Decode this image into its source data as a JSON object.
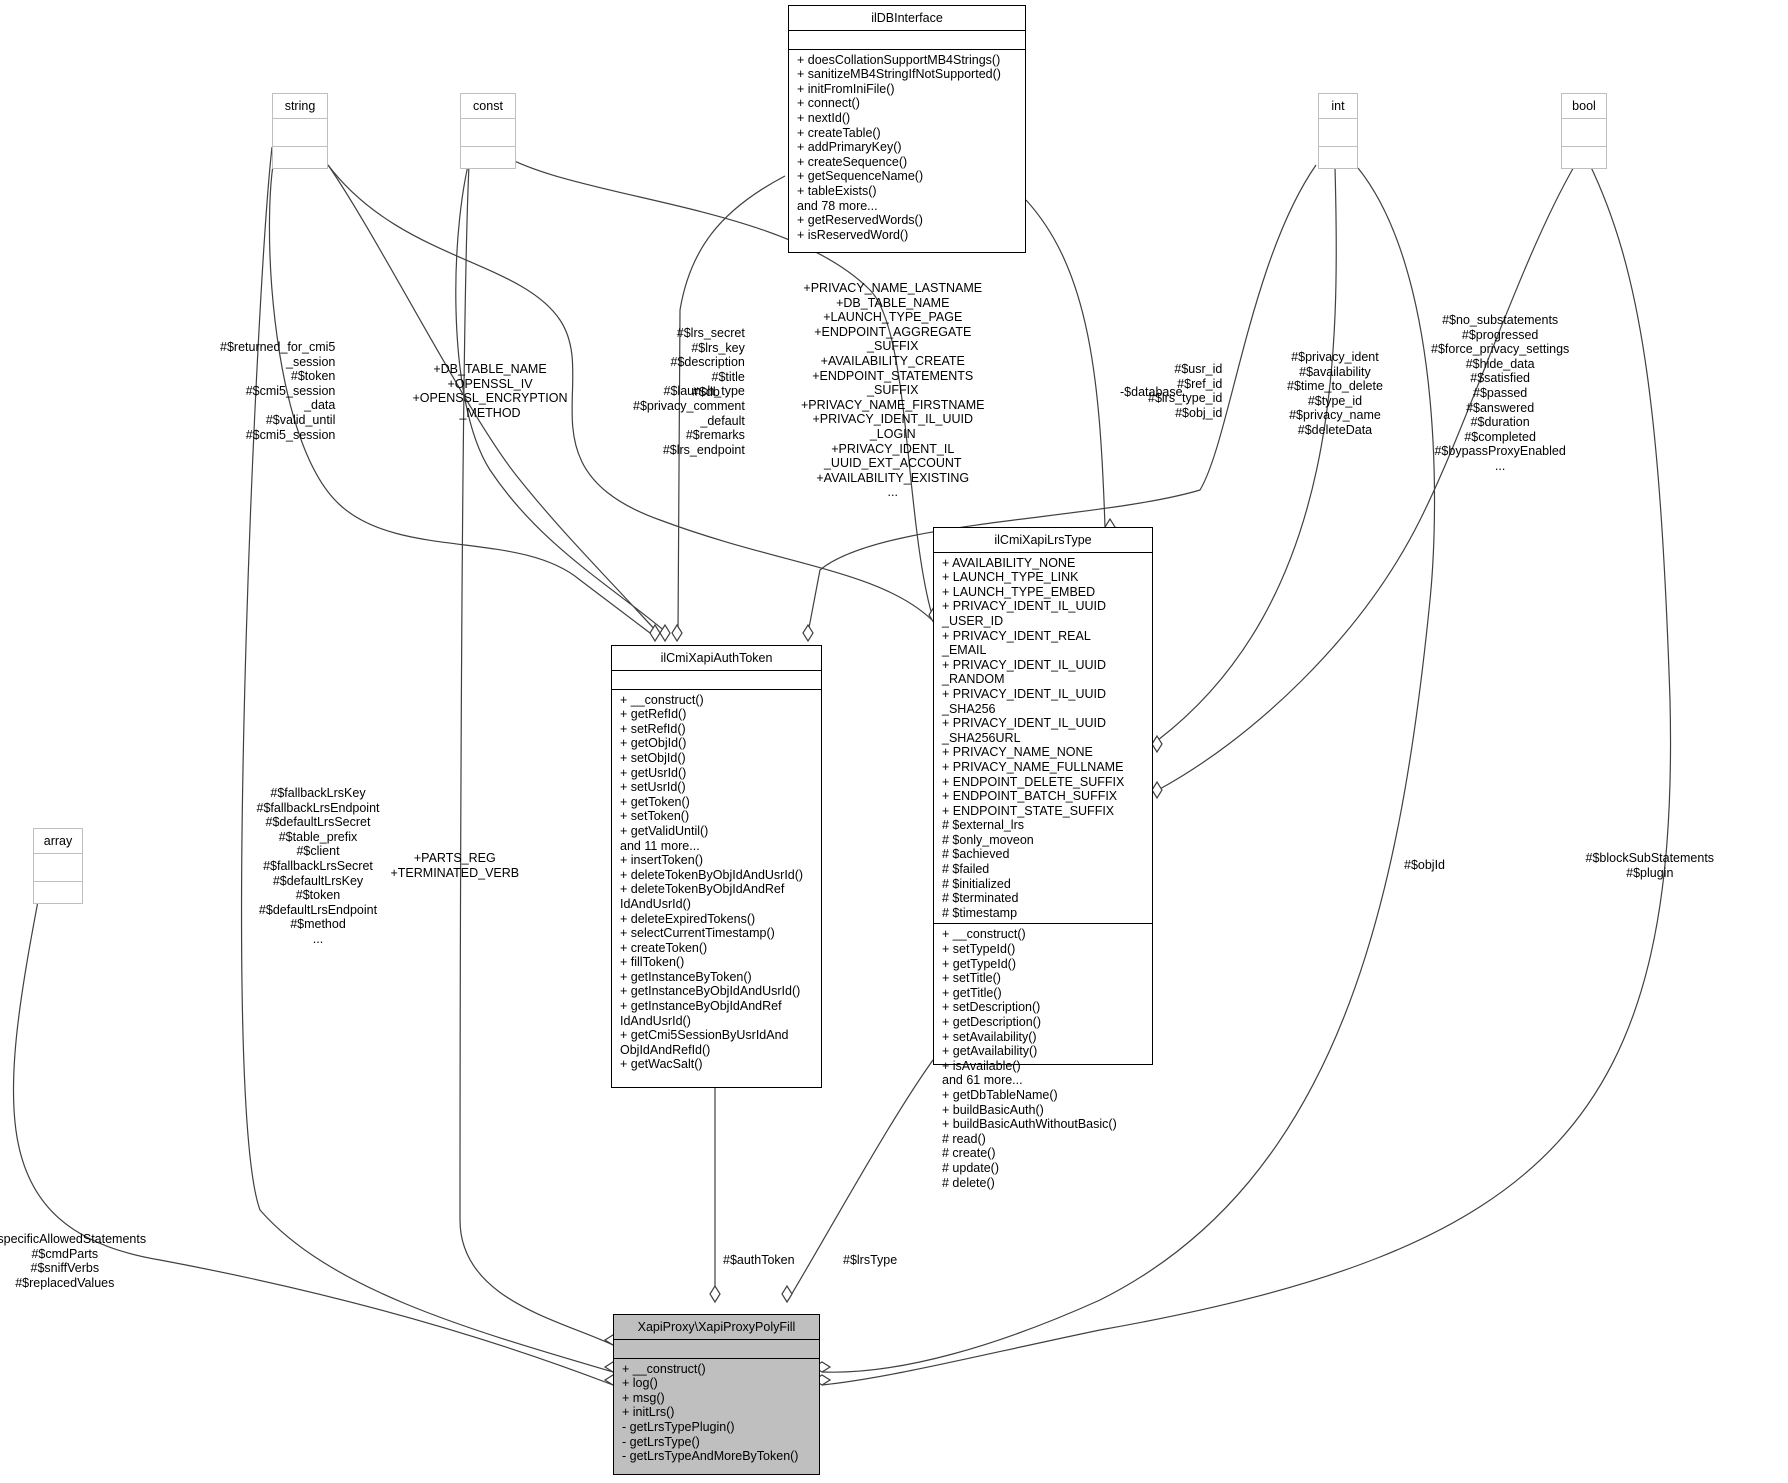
{
  "classes": {
    "dbinterface": {
      "name": "ilDBInterface",
      "attributes": [],
      "methods": [
        "+ doesCollationSupportMB4Strings()",
        "+ sanitizeMB4StringIfNotSupported()",
        "+ initFromIniFile()",
        "+ connect()",
        "+ nextId()",
        "+ createTable()",
        "+ addPrimaryKey()",
        "+ createSequence()",
        "+ getSequenceName()",
        "+ tableExists()",
        "and 78 more...",
        "+ getReservedWords()",
        "+ isReservedWord()"
      ]
    },
    "string": {
      "name": "string"
    },
    "const": {
      "name": "const"
    },
    "int": {
      "name": "int"
    },
    "bool": {
      "name": "bool"
    },
    "array": {
      "name": "array"
    },
    "authtoken": {
      "name": "ilCmiXapiAuthToken",
      "attributes": [],
      "methods": [
        "+ __construct()",
        "+ getRefId()",
        "+ setRefId()",
        "+ getObjId()",
        "+ setObjId()",
        "+ getUsrId()",
        "+ setUsrId()",
        "+ getToken()",
        "+ setToken()",
        "+ getValidUntil()",
        "and 11 more...",
        "+ insertToken()",
        "+ deleteTokenByObjIdAndUsrId()",
        "+ deleteTokenByObjIdAndRef",
        "IdAndUsrId()",
        "+ deleteExpiredTokens()",
        "+ selectCurrentTimestamp()",
        "+ createToken()",
        "+ fillToken()",
        "+ getInstanceByToken()",
        "+ getInstanceByObjIdAndUsrId()",
        "+ getInstanceByObjIdAndRef",
        "IdAndUsrId()",
        "+ getCmi5SessionByUsrIdAnd",
        "ObjIdAndRefId()",
        "+ getWacSalt()"
      ]
    },
    "lrstype": {
      "name": "ilCmiXapiLrsType",
      "attributes": [
        "+ AVAILABILITY_NONE",
        "+ LAUNCH_TYPE_LINK",
        "+ LAUNCH_TYPE_EMBED",
        "+ PRIVACY_IDENT_IL_UUID",
        "_USER_ID",
        "+ PRIVACY_IDENT_REAL",
        "_EMAIL",
        "+ PRIVACY_IDENT_IL_UUID",
        "_RANDOM",
        "+ PRIVACY_IDENT_IL_UUID",
        "_SHA256",
        "+ PRIVACY_IDENT_IL_UUID",
        "_SHA256URL",
        "+ PRIVACY_NAME_NONE",
        "+ PRIVACY_NAME_FULLNAME",
        "+ ENDPOINT_DELETE_SUFFIX",
        "+ ENDPOINT_BATCH_SUFFIX",
        "+ ENDPOINT_STATE_SUFFIX",
        "# $external_lrs",
        "# $only_moveon",
        "# $achieved",
        "# $failed",
        "# $initialized",
        "# $terminated",
        "# $timestamp"
      ],
      "methods": [
        "+ __construct()",
        "+ setTypeId()",
        "+ getTypeId()",
        "+ setTitle()",
        "+ getTitle()",
        "+ setDescription()",
        "+ getDescription()",
        "+ setAvailability()",
        "+ getAvailability()",
        "+ isAvailable()",
        "and 61 more...",
        "+ getDbTableName()",
        "+ buildBasicAuth()",
        "+ buildBasicAuthWithoutBasic()",
        "# read()",
        "# create()",
        "# update()",
        "# delete()"
      ]
    },
    "polyfill": {
      "name": "XapiProxy\\XapiProxyPolyFill",
      "attributes": [],
      "methods": [
        "+ __construct()",
        "+ log()",
        "+ msg()",
        "+ initLrs()",
        "- getLrsTypePlugin()",
        "- getLrsType()",
        "- getLrsTypeAndMoreByToken()"
      ]
    }
  },
  "edge_labels": {
    "string_auth": [
      "#$returned_for_cmi5",
      "_session",
      "#$token",
      "#$cmi5_session",
      "_data",
      "#$valid_until",
      "#$cmi5_session"
    ],
    "const_auth": [
      "+DB_TABLE_NAME",
      "+OPENSSL_IV",
      "+OPENSSL_ENCRYPTION",
      "_METHOD"
    ],
    "db_auth": [
      "#$db"
    ],
    "string_lrs": [
      "#$lrs_secret",
      "#$lrs_key",
      "#$description",
      "#$title",
      "#$launch_type",
      "#$privacy_comment",
      "_default",
      "#$remarks",
      "#$lrs_endpoint"
    ],
    "const_lrs": [
      "+PRIVACY_NAME_LASTNAME",
      "+DB_TABLE_NAME",
      "+LAUNCH_TYPE_PAGE",
      "+ENDPOINT_AGGREGATE",
      "_SUFFIX",
      "+AVAILABILITY_CREATE",
      "+ENDPOINT_STATEMENTS",
      "_SUFFIX",
      "+PRIVACY_NAME_FIRSTNAME",
      "+PRIVACY_IDENT_IL_UUID",
      "_LOGIN",
      "+PRIVACY_IDENT_IL",
      "_UUID_EXT_ACCOUNT",
      "+AVAILABILITY_EXISTING",
      "..."
    ],
    "database": [
      "-$database"
    ],
    "int_auth": [
      "#$usr_id",
      "#$ref_id",
      "#$lrs_type_id",
      "#$obj_id"
    ],
    "int_lrs": [
      "#$privacy_ident",
      "#$availability",
      "#$time_to_delete",
      "#$type_id",
      "#$privacy_name",
      "#$deleteData"
    ],
    "bool_lrs": [
      "#$no_substatements",
      "#$progressed",
      "#$force_privacy_settings",
      "#$hide_data",
      "#$satisfied",
      "#$passed",
      "#$answered",
      "#$duration",
      "#$completed",
      "#$bypassProxyEnabled",
      "..."
    ],
    "string_poly": [
      "#$fallbackLrsKey",
      "#$fallbackLrsEndpoint",
      "#$defaultLrsSecret",
      "#$table_prefix",
      "#$client",
      "#$fallbackLrsSecret",
      "#$defaultLrsKey",
      "#$token",
      "#$defaultLrsEndpoint",
      "#$method",
      "..."
    ],
    "const_poly": [
      "+PARTS_REG",
      "+TERMINATED_VERB"
    ],
    "int_poly": [
      "#$objId"
    ],
    "bool_poly": [
      "#$blockSubStatements",
      "#$plugin"
    ],
    "array_poly": [
      "#$specificAllowedStatements",
      "#$cmdParts",
      "#$sniffVerbs",
      "#$replacedValues"
    ],
    "auth_poly": [
      "#$authToken"
    ],
    "lrs_poly": [
      "#$lrsType"
    ]
  }
}
